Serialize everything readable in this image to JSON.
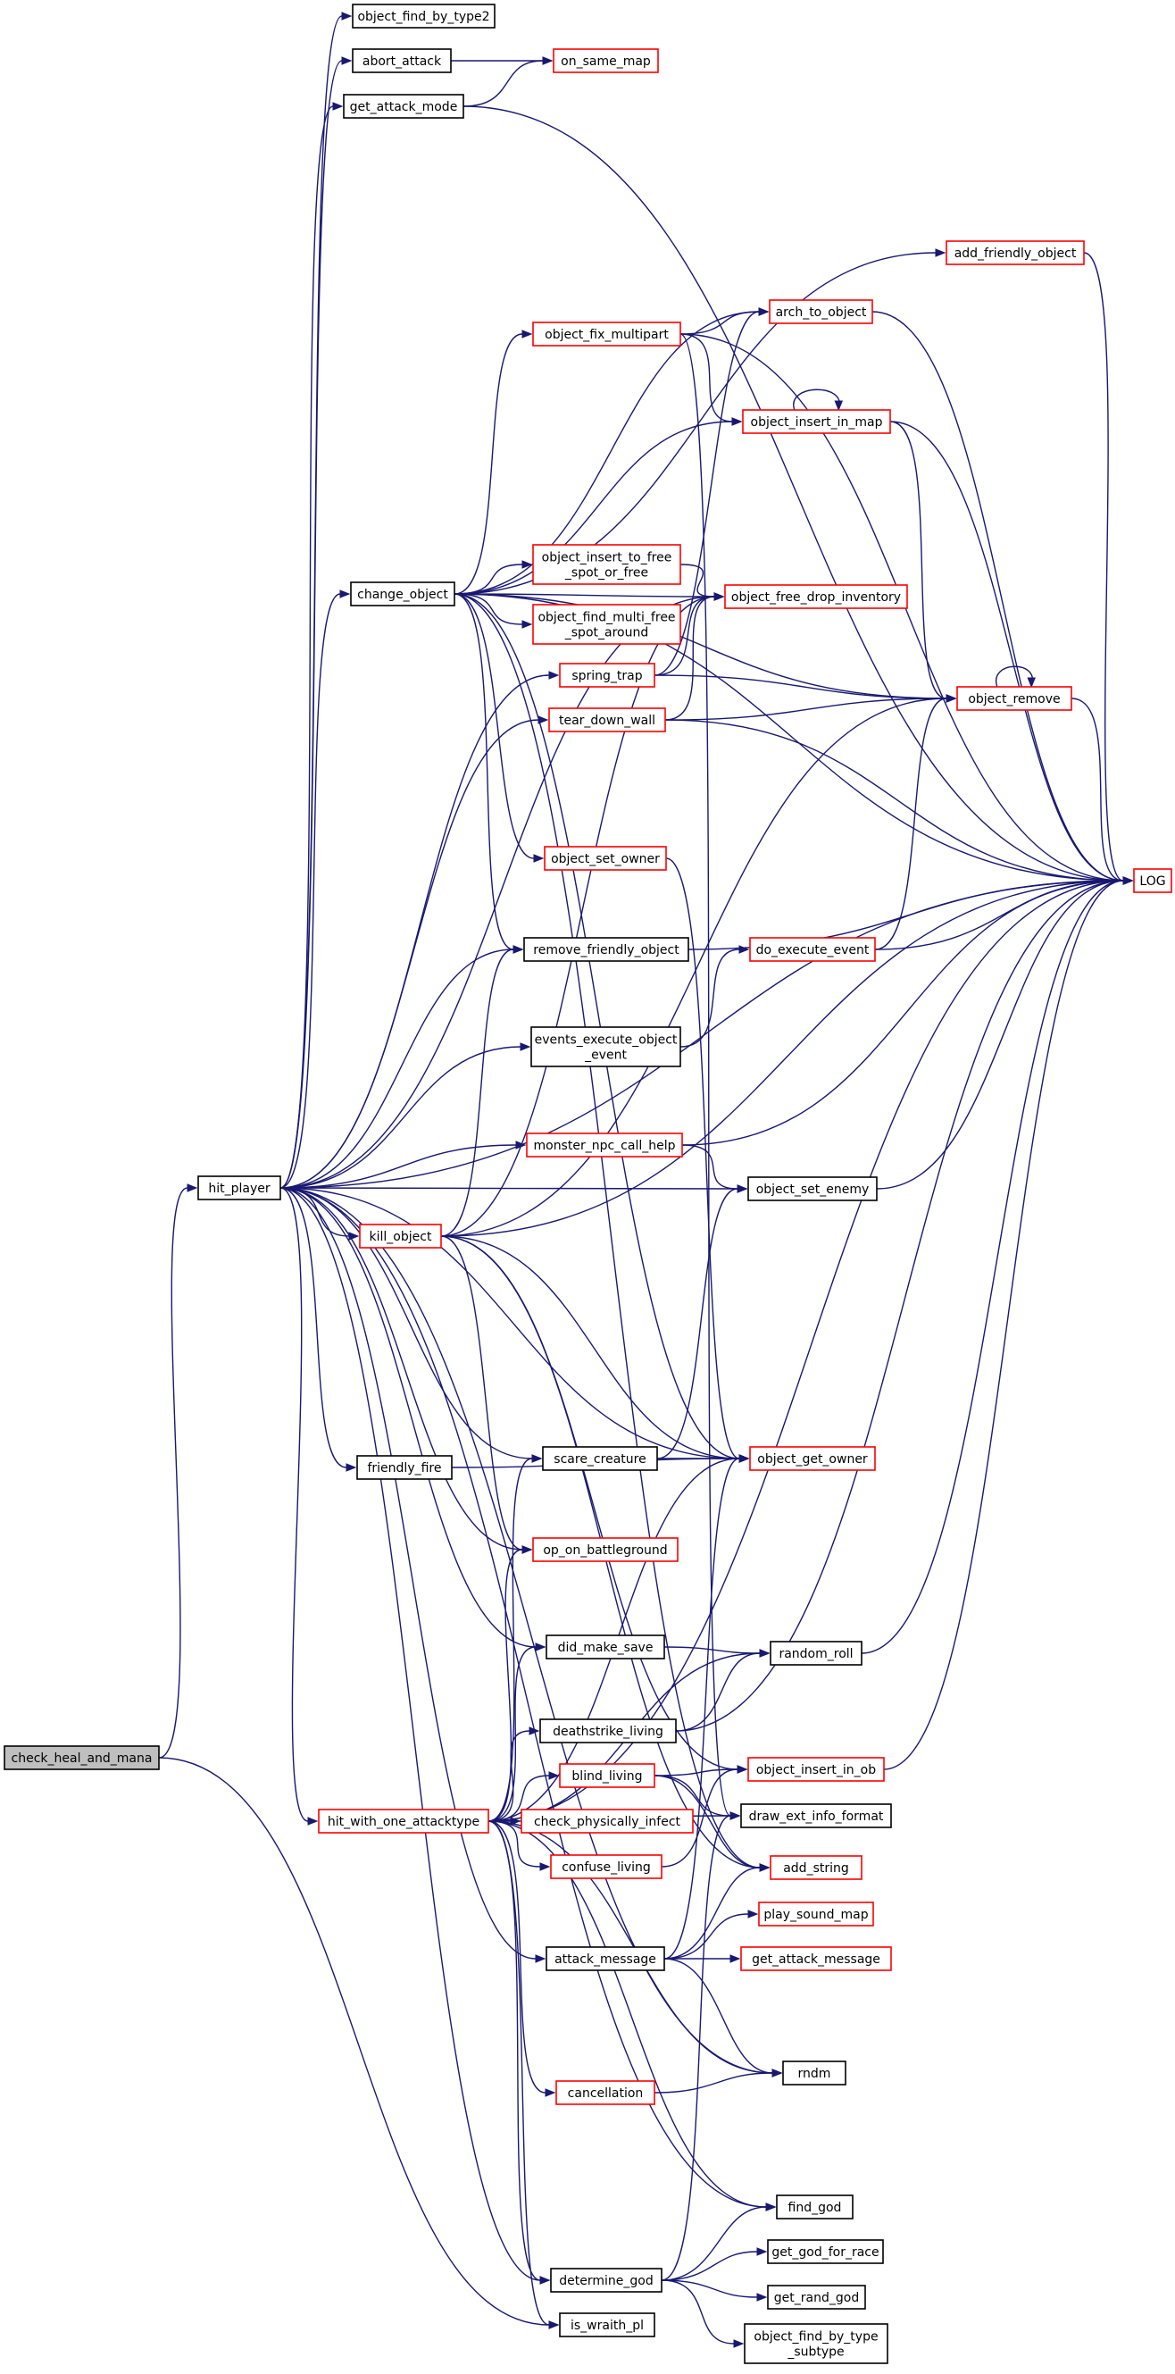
{
  "colors": {
    "edge": "#191970",
    "root_fill": "#bfbfbf",
    "root_border": "#000000",
    "normal_border": "#000000",
    "linked_border": "#ff0000",
    "node_fill": "#ffffff"
  },
  "nodes": [
    {
      "id": "check_heal_and_mana",
      "lines": [
        "check_heal_and_mana"
      ],
      "kind": "root"
    },
    {
      "id": "hit_player",
      "lines": [
        "hit_player"
      ],
      "kind": "normal"
    },
    {
      "id": "object_find_by_type2",
      "lines": [
        "object_find_by_type2"
      ],
      "kind": "normal"
    },
    {
      "id": "abort_attack",
      "lines": [
        "abort_attack"
      ],
      "kind": "normal"
    },
    {
      "id": "on_same_map",
      "lines": [
        "on_same_map"
      ],
      "kind": "linked"
    },
    {
      "id": "get_attack_mode",
      "lines": [
        "get_attack_mode"
      ],
      "kind": "normal"
    },
    {
      "id": "add_friendly_object",
      "lines": [
        "add_friendly_object"
      ],
      "kind": "linked"
    },
    {
      "id": "object_fix_multipart",
      "lines": [
        "object_fix_multipart"
      ],
      "kind": "linked"
    },
    {
      "id": "arch_to_object",
      "lines": [
        "arch_to_object"
      ],
      "kind": "linked"
    },
    {
      "id": "object_insert_in_map",
      "lines": [
        "object_insert_in_map"
      ],
      "kind": "linked"
    },
    {
      "id": "change_object",
      "lines": [
        "change_object"
      ],
      "kind": "normal"
    },
    {
      "id": "object_insert_to_free_spot_or_free",
      "lines": [
        "object_insert_to_free",
        "_spot_or_free"
      ],
      "kind": "linked"
    },
    {
      "id": "object_free_drop_inventory",
      "lines": [
        "object_free_drop_inventory"
      ],
      "kind": "linked"
    },
    {
      "id": "object_find_multi_free_spot_around",
      "lines": [
        "object_find_multi_free",
        "_spot_around"
      ],
      "kind": "linked"
    },
    {
      "id": "spring_trap",
      "lines": [
        "spring_trap"
      ],
      "kind": "linked"
    },
    {
      "id": "object_remove",
      "lines": [
        "object_remove"
      ],
      "kind": "linked"
    },
    {
      "id": "tear_down_wall",
      "lines": [
        "tear_down_wall"
      ],
      "kind": "linked"
    },
    {
      "id": "LOG",
      "lines": [
        "LOG"
      ],
      "kind": "linked"
    },
    {
      "id": "object_set_owner",
      "lines": [
        "object_set_owner"
      ],
      "kind": "linked"
    },
    {
      "id": "remove_friendly_object",
      "lines": [
        "remove_friendly_object"
      ],
      "kind": "normal"
    },
    {
      "id": "do_execute_event",
      "lines": [
        "do_execute_event"
      ],
      "kind": "linked"
    },
    {
      "id": "events_execute_object_event",
      "lines": [
        "events_execute_object",
        "_event"
      ],
      "kind": "normal"
    },
    {
      "id": "monster_npc_call_help",
      "lines": [
        "monster_npc_call_help"
      ],
      "kind": "linked"
    },
    {
      "id": "object_set_enemy",
      "lines": [
        "object_set_enemy"
      ],
      "kind": "normal"
    },
    {
      "id": "kill_object",
      "lines": [
        "kill_object"
      ],
      "kind": "linked"
    },
    {
      "id": "scare_creature",
      "lines": [
        "scare_creature"
      ],
      "kind": "normal"
    },
    {
      "id": "object_get_owner",
      "lines": [
        "object_get_owner"
      ],
      "kind": "linked"
    },
    {
      "id": "friendly_fire",
      "lines": [
        "friendly_fire"
      ],
      "kind": "normal"
    },
    {
      "id": "op_on_battleground",
      "lines": [
        "op_on_battleground"
      ],
      "kind": "linked"
    },
    {
      "id": "did_make_save",
      "lines": [
        "did_make_save"
      ],
      "kind": "normal"
    },
    {
      "id": "random_roll",
      "lines": [
        "random_roll"
      ],
      "kind": "normal"
    },
    {
      "id": "deathstrike_living",
      "lines": [
        "deathstrike_living"
      ],
      "kind": "normal"
    },
    {
      "id": "blind_living",
      "lines": [
        "blind_living"
      ],
      "kind": "linked"
    },
    {
      "id": "object_insert_in_ob",
      "lines": [
        "object_insert_in_ob"
      ],
      "kind": "linked"
    },
    {
      "id": "hit_with_one_attacktype",
      "lines": [
        "hit_with_one_attacktype"
      ],
      "kind": "linked"
    },
    {
      "id": "check_physically_infect",
      "lines": [
        "check_physically_infect"
      ],
      "kind": "linked"
    },
    {
      "id": "draw_ext_info_format",
      "lines": [
        "draw_ext_info_format"
      ],
      "kind": "normal"
    },
    {
      "id": "confuse_living",
      "lines": [
        "confuse_living"
      ],
      "kind": "linked"
    },
    {
      "id": "add_string",
      "lines": [
        "add_string"
      ],
      "kind": "linked"
    },
    {
      "id": "play_sound_map",
      "lines": [
        "play_sound_map"
      ],
      "kind": "linked"
    },
    {
      "id": "attack_message",
      "lines": [
        "attack_message"
      ],
      "kind": "normal"
    },
    {
      "id": "get_attack_message",
      "lines": [
        "get_attack_message"
      ],
      "kind": "linked"
    },
    {
      "id": "rndm",
      "lines": [
        "rndm"
      ],
      "kind": "normal"
    },
    {
      "id": "cancellation",
      "lines": [
        "cancellation"
      ],
      "kind": "linked"
    },
    {
      "id": "find_god",
      "lines": [
        "find_god"
      ],
      "kind": "normal"
    },
    {
      "id": "get_god_for_race",
      "lines": [
        "get_god_for_race"
      ],
      "kind": "normal"
    },
    {
      "id": "determine_god",
      "lines": [
        "determine_god"
      ],
      "kind": "normal"
    },
    {
      "id": "get_rand_god",
      "lines": [
        "get_rand_god"
      ],
      "kind": "normal"
    },
    {
      "id": "is_wraith_pl",
      "lines": [
        "is_wraith_pl"
      ],
      "kind": "normal"
    },
    {
      "id": "object_find_by_type_subtype",
      "lines": [
        "object_find_by_type",
        "_subtype"
      ],
      "kind": "normal"
    }
  ],
  "edges": [
    [
      "check_heal_and_mana",
      "hit_player"
    ],
    [
      "check_heal_and_mana",
      "is_wraith_pl"
    ],
    [
      "hit_player",
      "object_find_by_type2"
    ],
    [
      "hit_player",
      "abort_attack"
    ],
    [
      "hit_player",
      "get_attack_mode"
    ],
    [
      "hit_player",
      "LOG"
    ],
    [
      "hit_player",
      "change_object"
    ],
    [
      "hit_player",
      "object_free_drop_inventory"
    ],
    [
      "hit_player",
      "spring_trap"
    ],
    [
      "hit_player",
      "tear_down_wall"
    ],
    [
      "hit_player",
      "remove_friendly_object"
    ],
    [
      "hit_player",
      "events_execute_object_event"
    ],
    [
      "hit_player",
      "monster_npc_call_help"
    ],
    [
      "hit_player",
      "object_set_enemy"
    ],
    [
      "hit_player",
      "kill_object"
    ],
    [
      "hit_player",
      "scare_creature"
    ],
    [
      "hit_player",
      "object_get_owner"
    ],
    [
      "hit_player",
      "friendly_fire"
    ],
    [
      "hit_player",
      "op_on_battleground"
    ],
    [
      "hit_player",
      "did_make_save"
    ],
    [
      "hit_player",
      "hit_with_one_attacktype"
    ],
    [
      "hit_player",
      "attack_message"
    ],
    [
      "hit_player",
      "rndm"
    ],
    [
      "hit_player",
      "find_god"
    ],
    [
      "hit_player",
      "determine_god"
    ],
    [
      "abort_attack",
      "on_same_map"
    ],
    [
      "get_attack_mode",
      "on_same_map"
    ],
    [
      "get_attack_mode",
      "LOG"
    ],
    [
      "add_friendly_object",
      "LOG"
    ],
    [
      "object_fix_multipart",
      "arch_to_object"
    ],
    [
      "object_fix_multipart",
      "object_insert_in_map"
    ],
    [
      "object_fix_multipart",
      "LOG"
    ],
    [
      "object_fix_multipart",
      "draw_ext_info_format"
    ],
    [
      "arch_to_object",
      "LOG"
    ],
    [
      "object_insert_in_map",
      "object_insert_in_map"
    ],
    [
      "object_insert_in_map",
      "object_remove"
    ],
    [
      "object_insert_in_map",
      "LOG"
    ],
    [
      "change_object",
      "add_friendly_object"
    ],
    [
      "change_object",
      "arch_to_object"
    ],
    [
      "change_object",
      "object_fix_multipart"
    ],
    [
      "change_object",
      "object_insert_in_map"
    ],
    [
      "change_object",
      "object_insert_to_free_spot_or_free"
    ],
    [
      "change_object",
      "object_free_drop_inventory"
    ],
    [
      "change_object",
      "object_find_multi_free_spot_around"
    ],
    [
      "change_object",
      "object_remove"
    ],
    [
      "change_object",
      "LOG"
    ],
    [
      "change_object",
      "object_set_owner"
    ],
    [
      "change_object",
      "remove_friendly_object"
    ],
    [
      "change_object",
      "object_get_owner"
    ],
    [
      "change_object",
      "add_string"
    ],
    [
      "object_insert_to_free_spot_or_free",
      "object_free_drop_inventory"
    ],
    [
      "spring_trap",
      "arch_to_object"
    ],
    [
      "spring_trap",
      "object_free_drop_inventory"
    ],
    [
      "spring_trap",
      "object_remove"
    ],
    [
      "tear_down_wall",
      "object_free_drop_inventory"
    ],
    [
      "tear_down_wall",
      "object_remove"
    ],
    [
      "tear_down_wall",
      "LOG"
    ],
    [
      "object_remove",
      "object_remove"
    ],
    [
      "object_remove",
      "LOG"
    ],
    [
      "object_set_owner",
      "object_get_owner"
    ],
    [
      "remove_friendly_object",
      "LOG"
    ],
    [
      "do_execute_event",
      "object_remove"
    ],
    [
      "do_execute_event",
      "LOG"
    ],
    [
      "events_execute_object_event",
      "do_execute_event"
    ],
    [
      "monster_npc_call_help",
      "LOG"
    ],
    [
      "monster_npc_call_help",
      "object_set_enemy"
    ],
    [
      "object_set_enemy",
      "LOG"
    ],
    [
      "kill_object",
      "object_free_drop_inventory"
    ],
    [
      "kill_object",
      "object_remove"
    ],
    [
      "kill_object",
      "LOG"
    ],
    [
      "kill_object",
      "remove_friendly_object"
    ],
    [
      "kill_object",
      "object_get_owner"
    ],
    [
      "kill_object",
      "op_on_battleground"
    ],
    [
      "kill_object",
      "object_insert_in_ob"
    ],
    [
      "kill_object",
      "add_string"
    ],
    [
      "scare_creature",
      "object_set_enemy"
    ],
    [
      "scare_creature",
      "object_get_owner"
    ],
    [
      "friendly_fire",
      "object_get_owner"
    ],
    [
      "did_make_save",
      "random_roll"
    ],
    [
      "random_roll",
      "LOG"
    ],
    [
      "deathstrike_living",
      "random_roll"
    ],
    [
      "deathstrike_living",
      "LOG"
    ],
    [
      "blind_living",
      "object_insert_in_ob"
    ],
    [
      "blind_living",
      "draw_ext_info_format"
    ],
    [
      "blind_living",
      "add_string"
    ],
    [
      "object_insert_in_ob",
      "LOG"
    ],
    [
      "hit_with_one_attacktype",
      "scare_creature"
    ],
    [
      "hit_with_one_attacktype",
      "object_get_owner"
    ],
    [
      "hit_with_one_attacktype",
      "op_on_battleground"
    ],
    [
      "hit_with_one_attacktype",
      "did_make_save"
    ],
    [
      "hit_with_one_attacktype",
      "random_roll"
    ],
    [
      "hit_with_one_attacktype",
      "deathstrike_living"
    ],
    [
      "hit_with_one_attacktype",
      "blind_living"
    ],
    [
      "hit_with_one_attacktype",
      "check_physically_infect"
    ],
    [
      "hit_with_one_attacktype",
      "confuse_living"
    ],
    [
      "hit_with_one_attacktype",
      "draw_ext_info_format"
    ],
    [
      "hit_with_one_attacktype",
      "LOG"
    ],
    [
      "hit_with_one_attacktype",
      "cancellation"
    ],
    [
      "hit_with_one_attacktype",
      "rndm"
    ],
    [
      "hit_with_one_attacktype",
      "find_god"
    ],
    [
      "hit_with_one_attacktype",
      "determine_god"
    ],
    [
      "hit_with_one_attacktype",
      "is_wraith_pl"
    ],
    [
      "confuse_living",
      "object_insert_in_ob"
    ],
    [
      "attack_message",
      "object_get_owner"
    ],
    [
      "attack_message",
      "play_sound_map"
    ],
    [
      "attack_message",
      "get_attack_message"
    ],
    [
      "attack_message",
      "rndm"
    ],
    [
      "attack_message",
      "add_string"
    ],
    [
      "cancellation",
      "rndm"
    ],
    [
      "determine_god",
      "find_god"
    ],
    [
      "determine_god",
      "get_god_for_race"
    ],
    [
      "determine_god",
      "get_rand_god"
    ],
    [
      "determine_god",
      "object_find_by_type_subtype"
    ],
    [
      "determine_god",
      "draw_ext_info_format"
    ]
  ]
}
